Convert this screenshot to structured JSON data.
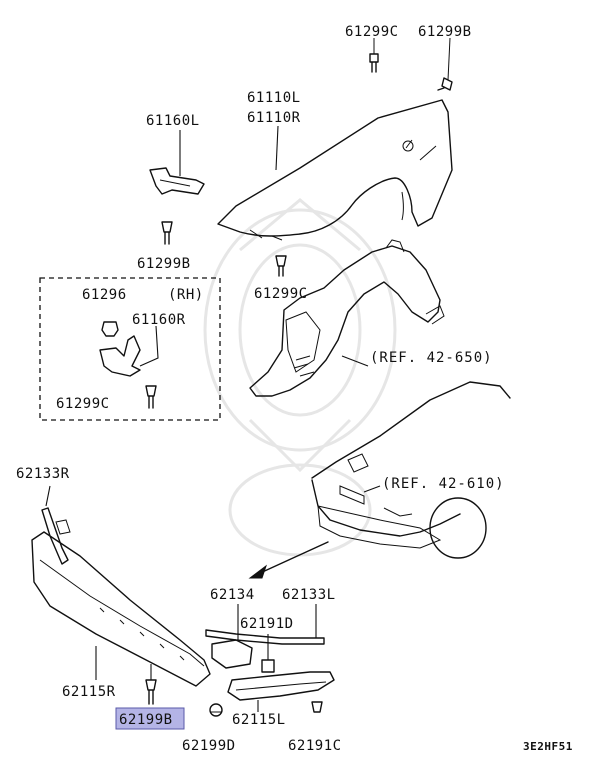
{
  "labels": {
    "p61299C_top": "61299C",
    "p61299B_top": "61299B",
    "p61110": "61110L\n61110R",
    "p61160L": "61160L",
    "p61299B_mid": "61299B",
    "p61299C_mid": "61299C",
    "p61296": "61296",
    "rh": "(RH)",
    "p61160R": "61160R",
    "p61299C_box": "61299C",
    "ref_650": "(REF. 42-650)",
    "ref_610": "(REF. 42-610)",
    "p62133R": "62133R",
    "p62134": "62134",
    "p62133L": "62133L",
    "p62191D": "62191D",
    "p62115R": "62115R",
    "p62199B": "62199B",
    "p62115L": "62115L",
    "p62199D": "62199D",
    "p62191C": "62191C"
  },
  "highlight_color": "#b4b4e6",
  "diagram_code": "3E2HF51"
}
